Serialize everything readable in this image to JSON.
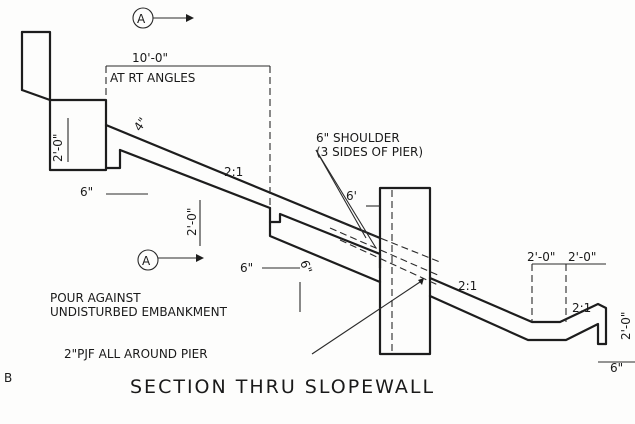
{
  "section_marker": "A",
  "dimensions": {
    "width_10ft": "10'-0\"",
    "at_rt_angles": "AT RT ANGLES",
    "wall_2ft_left": "2'-0\"",
    "dim_4in": "4\"",
    "dim_6in_left": "6\"",
    "dim_2ft_mid": "2'-0\"",
    "dim_6in_mid": "6\"",
    "dim_6in_vertical": "6\"",
    "dim_6in_pier": "6'",
    "dim_2ft_right_a": "2'-0\"",
    "dim_2ft_right_b": "2'-0\"",
    "dim_2ft_right_vert": "2'-0\"",
    "dim_6in_right": "6\""
  },
  "slopes": {
    "slope_upper": "2:1",
    "slope_right": "2:1",
    "slope_end": "2:1"
  },
  "notes": {
    "shoulder_line1": "6\" SHOULDER",
    "shoulder_line2": "(3 SIDES OF PIER)",
    "pour_line1": "POUR AGAINST",
    "pour_line2": "UNDISTURBED EMBANKMENT",
    "pjf": "2\"PJF ALL AROUND PIER",
    "title": "SECTION THRU SLOPEWALL",
    "corner": "B"
  }
}
